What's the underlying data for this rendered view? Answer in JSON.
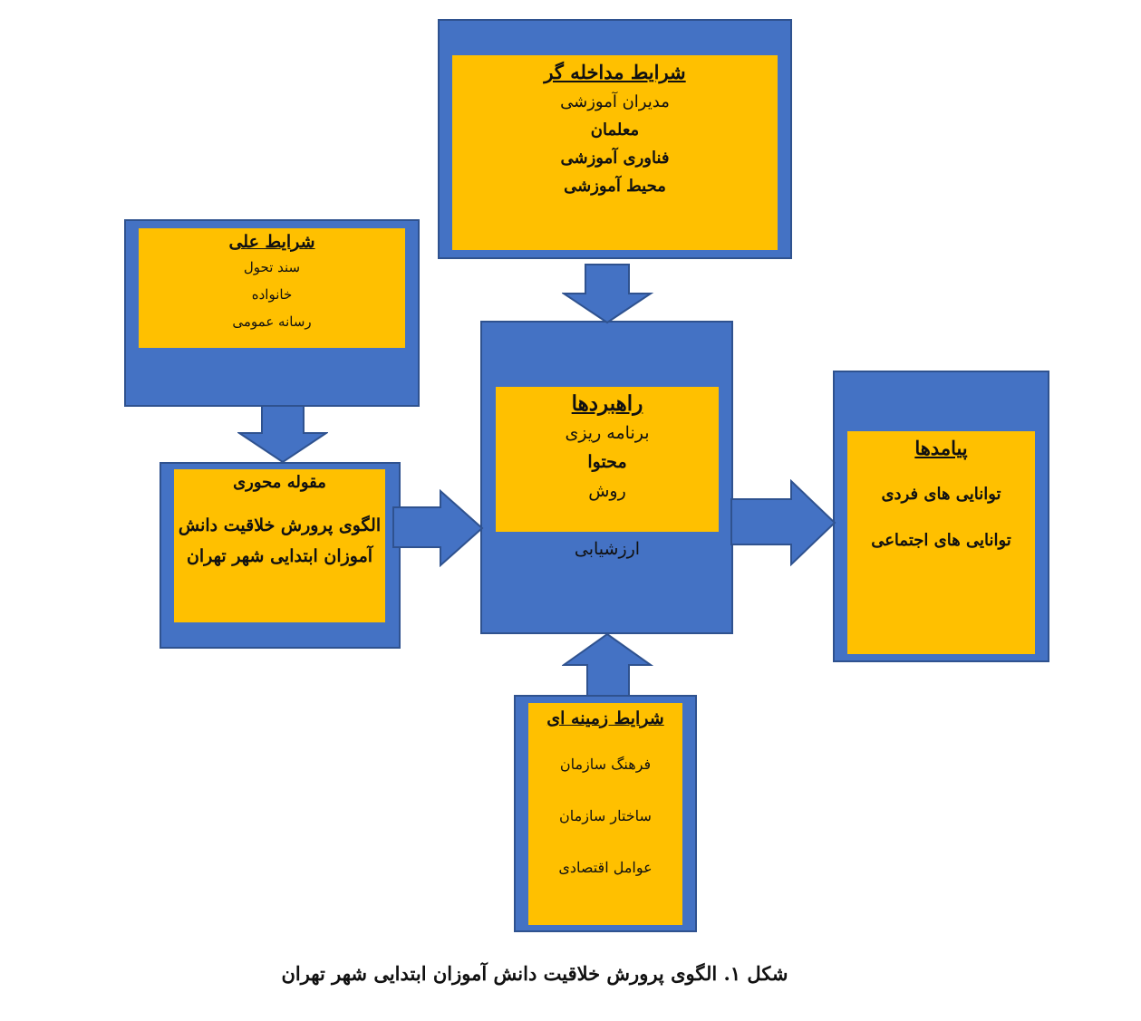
{
  "intervening": {
    "title": "شرایط مداخله گر",
    "items": [
      "مدیران آموزشی",
      "معلمان",
      "فناوری آموزشی",
      "محیط آموزشی"
    ]
  },
  "causal": {
    "title": "شرایط علی",
    "items": [
      "سند تحول",
      "خانواده",
      "رسانه عمومی"
    ]
  },
  "core": {
    "title": "مقوله محوری",
    "text": "الگوی پرورش خلاقیت دانش آموزان ابتدایی شهر تهران"
  },
  "strategies": {
    "title": "راهبردها",
    "items": [
      "برنامه ریزی",
      "محتوا",
      "روش",
      "ارزشیابی"
    ]
  },
  "outcomes": {
    "title": "پیامدها",
    "items": [
      "توانایی های فردی",
      "توانایی های اجتماعی"
    ]
  },
  "context": {
    "title": "شرایط زمینه ای",
    "items": [
      "فرهنگ سازمان",
      "ساختار سازمان",
      "عوامل اقتصادی"
    ]
  },
  "caption": "شکل ۱. الگوی پرورش خلاقیت دانش آموزان ابتدایی شهر تهران",
  "colors": {
    "box_blue": "#4472C4",
    "box_yellow": "#FFC000"
  }
}
